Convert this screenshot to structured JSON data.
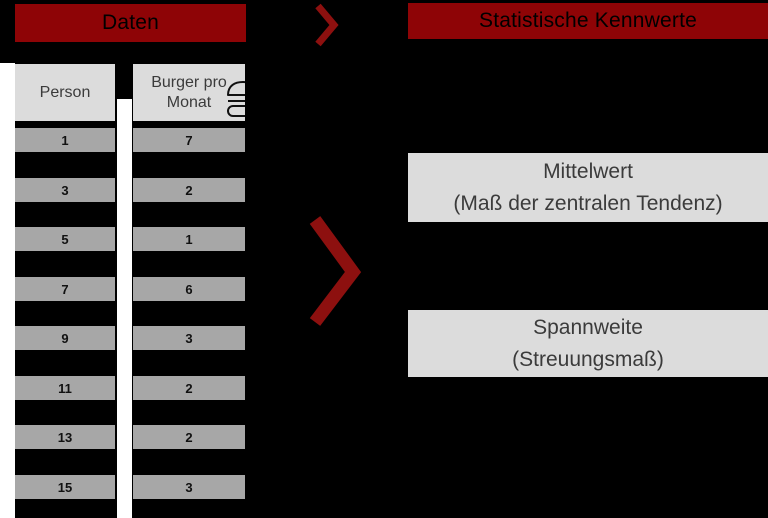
{
  "banners": {
    "left": "Daten",
    "right": "Statistische Kennwerte"
  },
  "table": {
    "columns": [
      "Person",
      "Burger pro Monat"
    ],
    "rows": [
      {
        "person": "1",
        "burger": "7"
      },
      {
        "person": "3",
        "burger": "2"
      },
      {
        "person": "5",
        "burger": "1"
      },
      {
        "person": "7",
        "burger": "6"
      },
      {
        "person": "9",
        "burger": "3"
      },
      {
        "person": "11",
        "burger": "2"
      },
      {
        "person": "13",
        "burger": "2"
      },
      {
        "person": "15",
        "burger": "3"
      }
    ]
  },
  "boxes": {
    "mittelwert": {
      "title": "Mittelwert",
      "subtitle": "(Maß der zentralen Tendenz)"
    },
    "spannweite": {
      "title": "Spannweite",
      "subtitle": "(Streuungsmaß)"
    }
  },
  "icons": {
    "burger": "burger-icon",
    "chevron_small": "chevron-right-icon",
    "chevron_big": "chevron-right-icon"
  },
  "colors": {
    "background": "#000000",
    "banner_red": "#8e0406",
    "chevron_red": "#8d100f",
    "header_gray": "#dcdcdc",
    "row_gray": "#a7a7a7",
    "text_dark": "#3b3b3b"
  }
}
